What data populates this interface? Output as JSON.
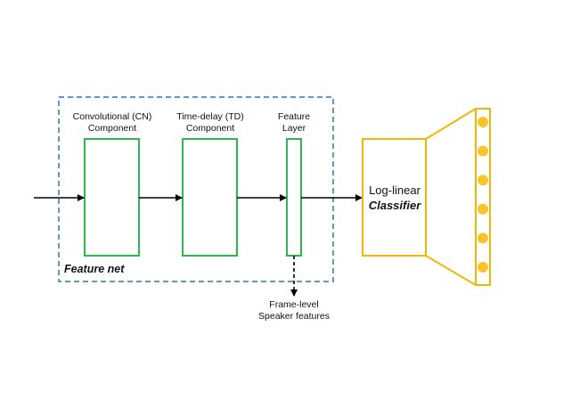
{
  "diagram": {
    "feature_net_label": "Feature net",
    "cn_component": {
      "line1": "Convolutional (CN)",
      "line2": "Component"
    },
    "td_component": {
      "line1": "Time-delay (TD)",
      "line2": "Component"
    },
    "feature_layer": {
      "line1": "Feature",
      "line2": "Layer"
    },
    "classifier": {
      "line1": "Log-linear",
      "line2": "Classifier"
    },
    "output_note": {
      "line1": "Frame-level",
      "line2": "Speaker features"
    },
    "output_node_count": 6,
    "colors": {
      "feature_net_border": "#2e75b6",
      "component_border": "#2fb84f",
      "classifier": "#f2b705",
      "node_fill": "#f7c52b",
      "arrow": "#000000"
    }
  }
}
